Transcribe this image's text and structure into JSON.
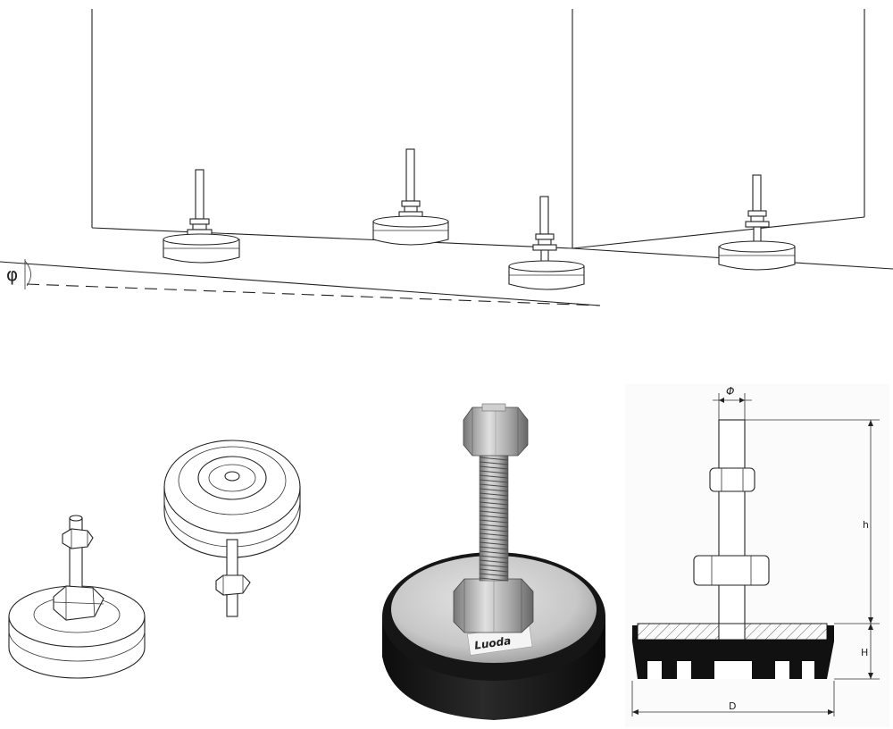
{
  "top_diagram": {
    "angle_symbol": "φ"
  },
  "dimension_drawing": {
    "labels": {
      "rod_diameter": "Φ",
      "thread_height": "h",
      "base_height": "H",
      "base_diameter": "D"
    }
  },
  "photo": {
    "label_sticker_text": "Luoda"
  },
  "colors": {
    "line": "#222222",
    "rubber": "#161616",
    "metal_plate": "#c9c9c9",
    "hatch": "#555555"
  }
}
